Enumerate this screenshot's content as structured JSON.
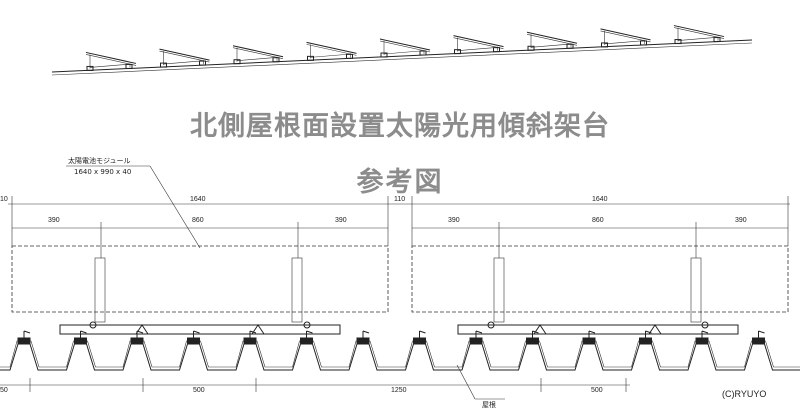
{
  "title": "北側屋根面設置太陽光用傾斜架台",
  "subtitle": "参考図",
  "module_label": "太陽電池モジュール",
  "module_size": "1640 x 990 x 40",
  "roof_label": "屋根",
  "copyright": "(C)RYUYO",
  "dims_top_left": {
    "left_cut": "10",
    "panel": "1640",
    "seg1": "390",
    "seg2": "860",
    "seg3": "390"
  },
  "dims_top_right": {
    "gap": "110",
    "panel": "1640",
    "seg1": "390",
    "seg2": "860",
    "seg3": "390"
  },
  "dims_bottom": {
    "d1": "50",
    "d2": "500",
    "d3": "1250",
    "d4": "500"
  }
}
